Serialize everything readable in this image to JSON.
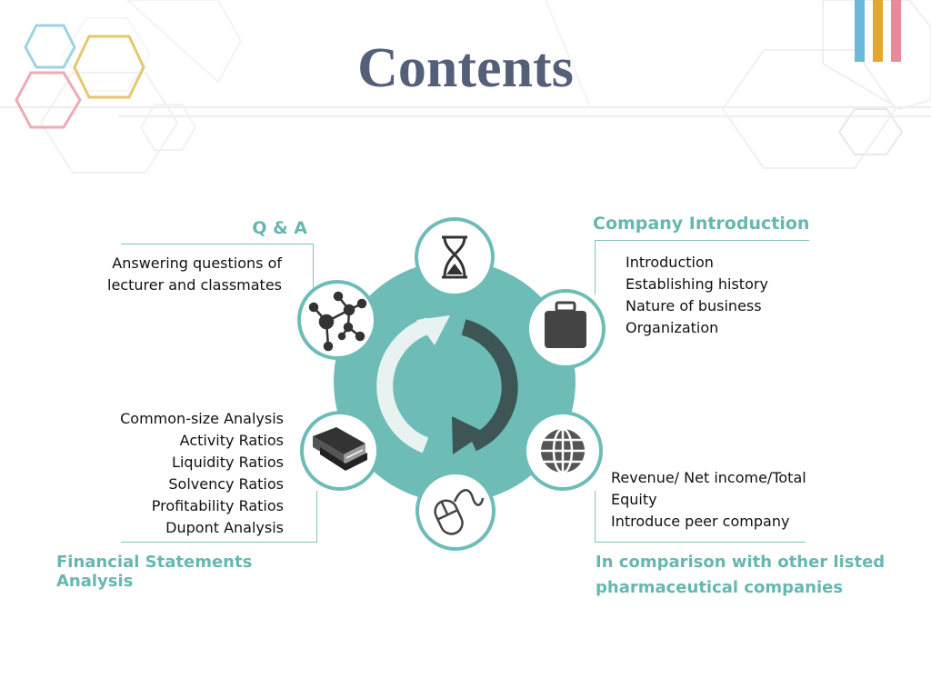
{
  "title": "Contents",
  "colors": {
    "teal": "#6dbdb6",
    "title": "#546079",
    "accent_blue": "#6cb8d8",
    "accent_gold": "#e3a92a",
    "accent_pink": "#e88a9a"
  },
  "sections": {
    "qa": {
      "title": "Q & A",
      "lines": [
        "Answering questions of",
        "lecturer and classmates"
      ]
    },
    "company": {
      "title": "Company Introduction",
      "lines": [
        "Introduction",
        "Establishing history",
        "Nature of business",
        "Organization"
      ]
    },
    "financial": {
      "title": "Financial Statements Analysis",
      "lines": [
        "Common-size Analysis",
        "Activity Ratios",
        "Liquidity Ratios",
        "Solvency Ratios",
        "Profitability Ratios",
        "Dupont Analysis"
      ]
    },
    "comparison": {
      "title_lines": [
        "In comparison with other listed",
        "pharmaceutical companies"
      ],
      "lines": [
        "Revenue/ Net income/Total",
        "Equity",
        "Introduce peer company"
      ]
    }
  },
  "icons": [
    "hourglass-icon",
    "briefcase-icon",
    "globe-icon",
    "mouse-icon",
    "book-icon",
    "network-icon",
    "cycle-arrows-icon"
  ]
}
